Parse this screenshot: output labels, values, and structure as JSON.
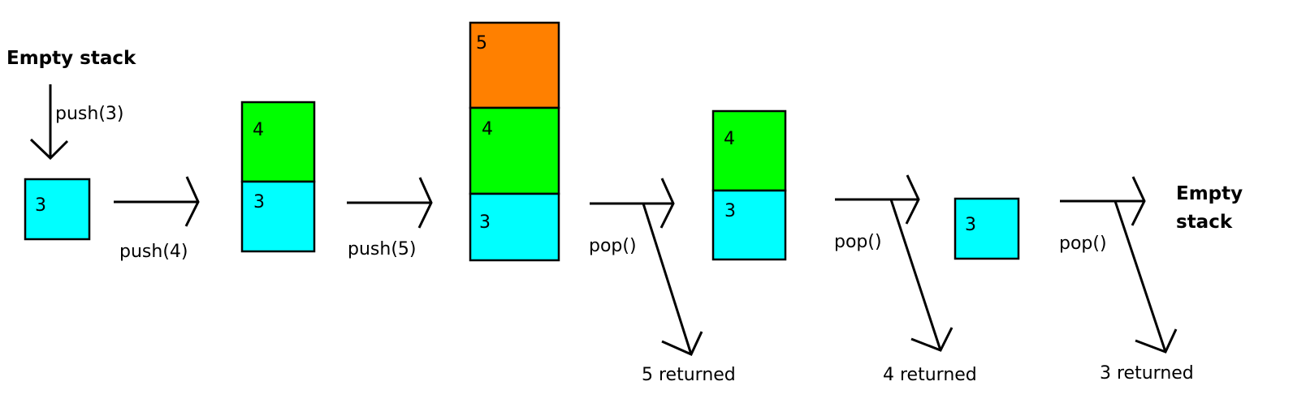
{
  "title_start": "Empty stack",
  "title_end_line1": "Empty",
  "title_end_line2": "stack",
  "colors": {
    "value_3": "#00ffff",
    "value_4": "#00ff00",
    "value_5": "#ff8000",
    "ink": "#000000"
  },
  "operations": {
    "push3": "push(3)",
    "push4": "push(4)",
    "push5": "push(5)",
    "pop1": "pop()",
    "pop2": "pop()",
    "pop3": "pop()"
  },
  "returns": {
    "r1": "5 returned",
    "r2": "4 returned",
    "r3": "3 returned"
  },
  "stacks": {
    "s1": [
      "3"
    ],
    "s2": [
      "4",
      "3"
    ],
    "s3": [
      "5",
      "4",
      "3"
    ],
    "s4": [
      "4",
      "3"
    ],
    "s5": [
      "3"
    ]
  }
}
